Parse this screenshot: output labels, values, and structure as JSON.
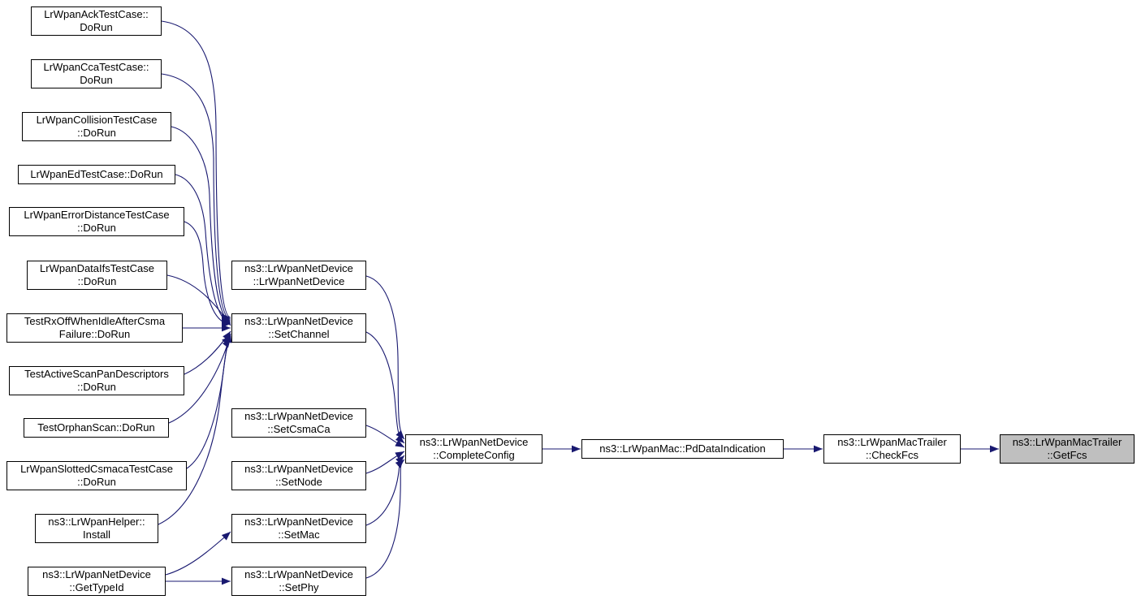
{
  "diagram": {
    "kind": "caller-graph",
    "focus": "ns3::LrWpanMacTrailer::GetFcs",
    "colors": {
      "edge": "#191970",
      "node_background": "#ffffff",
      "node_border": "#000000",
      "focus_background": "#bfbfbf",
      "text": "#000000",
      "canvas_background": "#ffffff"
    },
    "nodes": [
      {
        "id": "ack-dorun",
        "lines": [
          "LrWpanAckTestCase::",
          "DoRun"
        ],
        "focus": false
      },
      {
        "id": "cca-dorun",
        "lines": [
          "LrWpanCcaTestCase::",
          "DoRun"
        ],
        "focus": false
      },
      {
        "id": "collision-dorun",
        "lines": [
          "LrWpanCollisionTestCase",
          "::DoRun"
        ],
        "focus": false
      },
      {
        "id": "ed-dorun",
        "lines": [
          "LrWpanEdTestCase::DoRun"
        ],
        "focus": false
      },
      {
        "id": "error-distance-dorun",
        "lines": [
          "LrWpanErrorDistanceTestCase",
          "::DoRun"
        ],
        "focus": false
      },
      {
        "id": "data-ifs-dorun",
        "lines": [
          "LrWpanDataIfsTestCase",
          "::DoRun"
        ],
        "focus": false
      },
      {
        "id": "rx-off-dorun",
        "lines": [
          "TestRxOffWhenIdleAfterCsma",
          "Failure::DoRun"
        ],
        "focus": false
      },
      {
        "id": "active-scan-dorun",
        "lines": [
          "TestActiveScanPanDescriptors",
          "::DoRun"
        ],
        "focus": false
      },
      {
        "id": "orphan-scan-dorun",
        "lines": [
          "TestOrphanScan::DoRun"
        ],
        "focus": false
      },
      {
        "id": "slotted-csmaca-dorun",
        "lines": [
          "LrWpanSlottedCsmacaTestCase",
          "::DoRun"
        ],
        "focus": false
      },
      {
        "id": "helper-install",
        "lines": [
          "ns3::LrWpanHelper::",
          "Install"
        ],
        "focus": false
      },
      {
        "id": "get-type-id",
        "lines": [
          "ns3::LrWpanNetDevice",
          "::GetTypeId"
        ],
        "focus": false
      },
      {
        "id": "net-device-ctor",
        "lines": [
          "ns3::LrWpanNetDevice",
          "::LrWpanNetDevice"
        ],
        "focus": false
      },
      {
        "id": "set-channel",
        "lines": [
          "ns3::LrWpanNetDevice",
          "::SetChannel"
        ],
        "focus": false
      },
      {
        "id": "set-csmaca",
        "lines": [
          "ns3::LrWpanNetDevice",
          "::SetCsmaCa"
        ],
        "focus": false
      },
      {
        "id": "set-node",
        "lines": [
          "ns3::LrWpanNetDevice",
          "::SetNode"
        ],
        "focus": false
      },
      {
        "id": "set-mac",
        "lines": [
          "ns3::LrWpanNetDevice",
          "::SetMac"
        ],
        "focus": false
      },
      {
        "id": "set-phy",
        "lines": [
          "ns3::LrWpanNetDevice",
          "::SetPhy"
        ],
        "focus": false
      },
      {
        "id": "complete-config",
        "lines": [
          "ns3::LrWpanNetDevice",
          "::CompleteConfig"
        ],
        "focus": false
      },
      {
        "id": "pd-data-indication",
        "lines": [
          "ns3::LrWpanMac::PdDataIndication"
        ],
        "focus": false
      },
      {
        "id": "check-fcs",
        "lines": [
          "ns3::LrWpanMacTrailer",
          "::CheckFcs"
        ],
        "focus": false
      },
      {
        "id": "get-fcs",
        "lines": [
          "ns3::LrWpanMacTrailer",
          "::GetFcs"
        ],
        "focus": true
      }
    ],
    "edges": [
      {
        "from": "ack-dorun",
        "to": "set-channel"
      },
      {
        "from": "cca-dorun",
        "to": "set-channel"
      },
      {
        "from": "collision-dorun",
        "to": "set-channel"
      },
      {
        "from": "ed-dorun",
        "to": "set-channel"
      },
      {
        "from": "error-distance-dorun",
        "to": "set-channel"
      },
      {
        "from": "data-ifs-dorun",
        "to": "set-channel"
      },
      {
        "from": "rx-off-dorun",
        "to": "set-channel"
      },
      {
        "from": "active-scan-dorun",
        "to": "set-channel"
      },
      {
        "from": "orphan-scan-dorun",
        "to": "set-channel"
      },
      {
        "from": "slotted-csmaca-dorun",
        "to": "set-channel"
      },
      {
        "from": "helper-install",
        "to": "set-channel"
      },
      {
        "from": "get-type-id",
        "to": "set-mac"
      },
      {
        "from": "get-type-id",
        "to": "set-phy"
      },
      {
        "from": "net-device-ctor",
        "to": "complete-config"
      },
      {
        "from": "set-channel",
        "to": "complete-config"
      },
      {
        "from": "set-csmaca",
        "to": "complete-config"
      },
      {
        "from": "set-node",
        "to": "complete-config"
      },
      {
        "from": "set-mac",
        "to": "complete-config"
      },
      {
        "from": "set-phy",
        "to": "complete-config"
      },
      {
        "from": "complete-config",
        "to": "pd-data-indication"
      },
      {
        "from": "pd-data-indication",
        "to": "check-fcs"
      },
      {
        "from": "check-fcs",
        "to": "get-fcs"
      }
    ]
  }
}
